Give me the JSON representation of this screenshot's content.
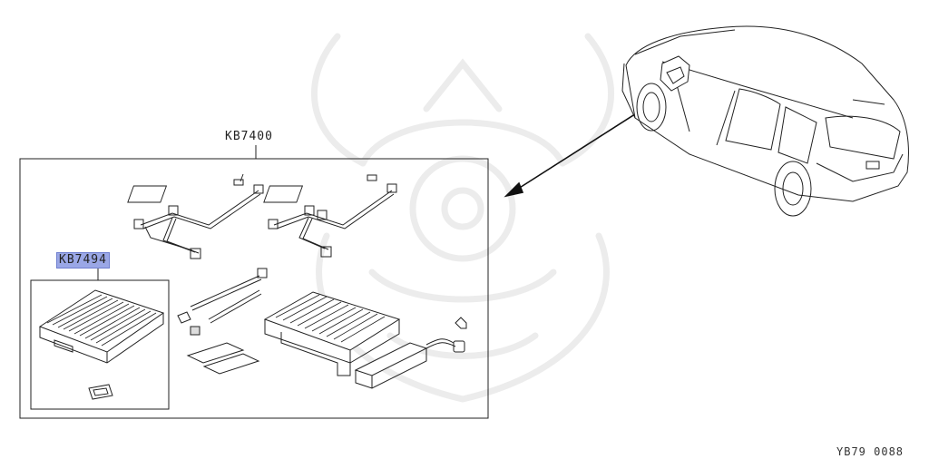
{
  "labels": {
    "main_kit": "KB7400",
    "sub_part": "KB7494",
    "figure_ref": "YB79 0088"
  },
  "highlight": {
    "part": "KB7494",
    "color": "#9aa7e6"
  },
  "colors": {
    "line": "#222222",
    "watermark": "#e9e9e9"
  }
}
